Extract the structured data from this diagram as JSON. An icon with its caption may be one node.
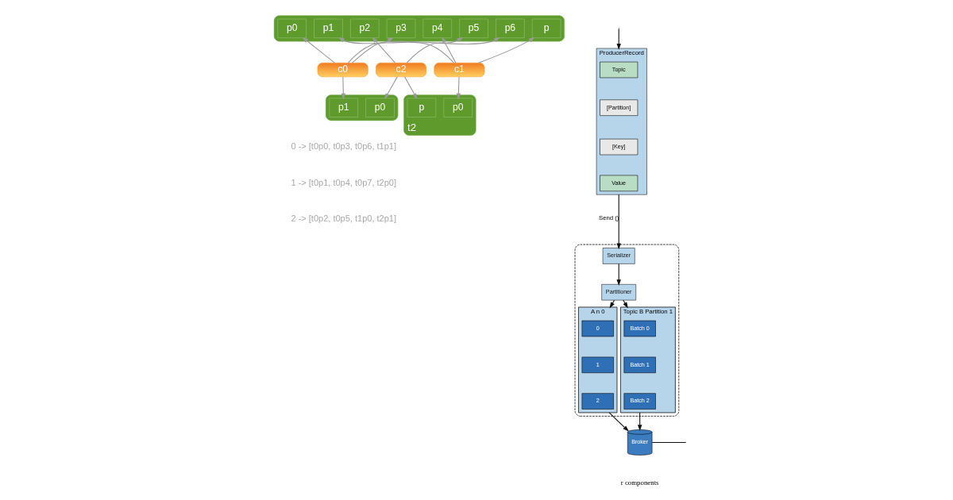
{
  "diagram": {
    "nodes": [
      {
        "text": [],
        "shape": "bar"
      },
      {
        "text": [
          "p0"
        ],
        "in": 0
      },
      {
        "text": [
          "p1"
        ],
        "in": 0
      },
      {
        "text": [
          "p2"
        ],
        "in": 0
      },
      {
        "text": [
          "p3"
        ],
        "in": 0
      },
      {
        "text": [
          "p4"
        ],
        "in": 0
      },
      {
        "text": [
          "p5"
        ],
        "in": 0
      },
      {
        "text": [
          "p6"
        ],
        "in": 0
      },
      {
        "text": [
          "p"
        ],
        "in": 0
      },
      {
        "text": [
          "c0"
        ]
      },
      {
        "text": [
          "c1"
        ]
      },
      {
        "text": [
          "c2"
        ]
      },
      {
        "text": [],
        "shape": "bar"
      },
      {
        "text": [
          "p0"
        ],
        "in": 12
      },
      {
        "text": [
          "p1"
        ],
        "in": 12
      },
      {
        "text": [
          "t2"
        ]
      },
      {
        "text": [
          "p0"
        ],
        "in": 15
      },
      {
        "text": [
          "p"
        ],
        "in": 15
      },
      {
        "text": [
          "ProducerRecord"
        ]
      },
      {
        "text": [
          "Topic"
        ],
        "in": 18
      },
      {
        "text": [
          "[Partition]"
        ],
        "in": 18
      },
      {
        "text": [
          "[Key]"
        ],
        "in": 18
      },
      {
        "text": [
          "Value"
        ],
        "in": 18
      },
      {
        "text": [],
        "shape": "box"
      },
      {
        "text": [
          "Serializer"
        ],
        "in": 23
      },
      {
        "text": [
          "Partitioner"
        ],
        "in": 23
      },
      {
        "text": [
          "A n 0"
        ],
        "in": 23
      },
      {
        "text": [
          "0"
        ],
        "in": 26
      },
      {
        "text": [
          "1"
        ],
        "in": 26
      },
      {
        "text": [
          "2"
        ],
        "in": 26
      },
      {
        "text": [
          "Topic B Partition 1"
        ],
        "in": 23
      },
      {
        "text": [
          "Batch 0"
        ],
        "in": 30
      },
      {
        "text": [
          "Batch 1"
        ],
        "in": 30
      },
      {
        "text": [
          "Batch 2"
        ],
        "in": 30
      },
      {
        "text": [
          "Broker"
        ]
      }
    ],
    "edges": [
      {
        "from": 9,
        "to": 1,
        "arrow": "to"
      },
      {
        "from": 9,
        "to": 4,
        "arrow": "to"
      },
      {
        "from": 9,
        "to": 7,
        "arrow": "to"
      },
      {
        "from": 9,
        "to": 14,
        "arrow": "to"
      },
      {
        "from": 10,
        "to": 2,
        "arrow": "to"
      },
      {
        "from": 10,
        "to": 5,
        "arrow": "to"
      },
      {
        "from": 10,
        "to": 8,
        "arrow": "to"
      },
      {
        "from": 10,
        "to": 16,
        "arrow": "to"
      },
      {
        "from": 11,
        "to": 3,
        "arrow": "to"
      },
      {
        "from": 11,
        "to": 6,
        "arrow": "to"
      },
      {
        "from": 11,
        "to": 13,
        "arrow": "to"
      },
      {
        "from": 11,
        "to": 17,
        "arrow": "to"
      },
      {
        "from": null,
        "to": 18,
        "arrow": "to",
        "color": "#111111"
      },
      {
        "from": 18,
        "to": 24,
        "arrow": "to",
        "label": "Send ()",
        "color": "#111111"
      },
      {
        "from": 24,
        "to": 25,
        "arrow": "to",
        "color": "#111111"
      },
      {
        "from": 25,
        "to": 26,
        "arrow": "to",
        "color": "#111111"
      },
      {
        "from": 25,
        "to": 30,
        "arrow": "to",
        "color": "#111111"
      },
      {
        "from": 26,
        "to": 34,
        "arrow": "to",
        "color": "#111111"
      },
      {
        "from": 30,
        "to": 34,
        "arrow": "to",
        "color": "#111111"
      },
      {
        "from": null,
        "to": 34,
        "arrow": "none",
        "color": "#111111"
      }
    ],
    "labels": [
      "0 -> [t0p0, t0p3, t0p6, t1p1]",
      "1 -> [t0p1, t0p4, t0p7, t2p0]",
      "2 -> [t0p2, t0p5, t1p0, t2p1]",
      "r components"
    ]
  }
}
